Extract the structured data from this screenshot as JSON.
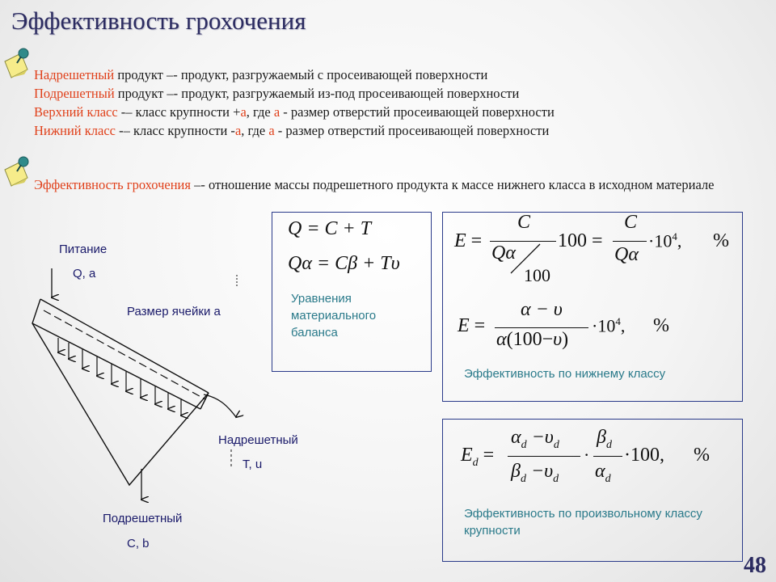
{
  "title": "Эффективность грохочения",
  "definitions": [
    {
      "term": "Надрешетный",
      "rest": " продукт –- продукт, разгружаемый с просеивающей поверхности"
    },
    {
      "term": "Подрешетный",
      "rest": " продукт –- продукт, разгружаемый из-под просеивающей поверхности"
    },
    {
      "term": "Верхний класс",
      "rest1": "  -– класс крупности +",
      "var1": "а",
      "rest2": ", где ",
      "var2": "а",
      "rest3": " - размер отверстий просеивающей поверхности"
    },
    {
      "term": "Нижний класс",
      "rest1": "  -– класс крупности -",
      "var1": "а",
      "rest2": ", где ",
      "var2": "а",
      "rest3": " - размер отверстий просеивающей поверхности"
    }
  ],
  "efficiency_definition": {
    "term": "Эффективность грохочения",
    "rest": " –- отношение массы подрешетного продукта к массе нижнего класса в исходном материале"
  },
  "diagram": {
    "feed_label": "Питание",
    "feed_vars": "Q,  a",
    "mesh_label": "Размер ячейки а",
    "oversize_label": "Надрешетный",
    "oversize_vars": "T,   u",
    "undersize_label": "Подрешетный",
    "undersize_vars": "C,   b"
  },
  "balance_box": {
    "eq1": "Q = C + T",
    "eq2": "Qα = Cβ + Tυ",
    "caption": "Уравнения материального баланса"
  },
  "efficiency_box": {
    "caption": "Эффективность по нижнему классу",
    "unit": "%"
  },
  "arbitrary_box": {
    "caption": "Эффективность по произвольному классу крупности",
    "unit": "%"
  },
  "page_number": "48",
  "colors": {
    "title": "#2b2b60",
    "term": "#e0401a",
    "caption": "#2a7a8a",
    "box_border": "#2a3a8a"
  }
}
